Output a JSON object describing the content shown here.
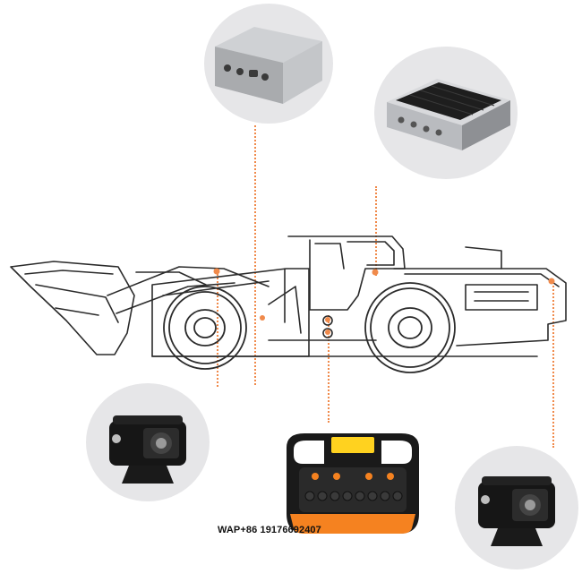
{
  "contact": {
    "label": "WAP+86 19176692407"
  },
  "colors": {
    "leader_line": "#f08a4b",
    "circle_bg": "#e6e6e8",
    "remote_accent": "#f58220",
    "remote_screen": "#ffd21f",
    "line_art": "#2b2b2b"
  },
  "components": [
    {
      "name": "control-unit-box",
      "icon": "grey-metal-enclosure-icon"
    },
    {
      "name": "power-module",
      "icon": "black-heatsink-module-icon"
    },
    {
      "name": "reversing-camera-left",
      "icon": "camera-icon"
    },
    {
      "name": "remote-controller",
      "icon": "remote-controller-icon"
    },
    {
      "name": "reversing-camera-right",
      "icon": "camera-icon"
    }
  ]
}
